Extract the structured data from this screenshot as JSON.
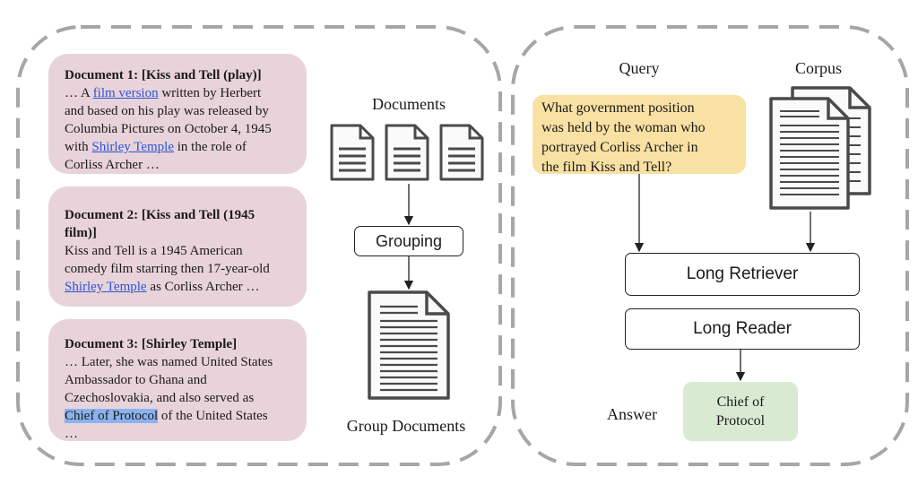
{
  "documents": [
    {
      "title": "Document 1: [Kiss and Tell (play)]",
      "l1a": "… A ",
      "l1link": "film version",
      "l1b": " written by Herbert",
      "l2": "and based on his play was released by",
      "l3": "Columbia Pictures on October 4, 1945",
      "l4a": "with ",
      "l4link": "Shirley Temple",
      "l4b": " in the role of",
      "l5": "Corliss Archer …"
    },
    {
      "title1": "Document 2: [Kiss and Tell (1945",
      "title2": "film)]",
      "l1": "Kiss and Tell is a 1945 American",
      "l2": "comedy film starring then 17-year-old",
      "l3link": "Shirley Temple",
      "l3b": " as Corliss Archer …"
    },
    {
      "title": "Document 3: [Shirley Temple]",
      "l1": "… Later, she was named United States",
      "l2": "Ambassador to Ghana and",
      "l3": "Czechoslovakia, and also served as",
      "l4hl": "Chief of Protocol",
      "l4b": " of the United States",
      "l5": "…"
    }
  ],
  "middle": {
    "documents_label": "Documents",
    "grouping_label": "Grouping",
    "group_documents_label": "Group Documents"
  },
  "right": {
    "query_label": "Query",
    "corpus_label": "Corpus",
    "query_text": [
      "What government position",
      "was held by the woman who",
      "portrayed Corliss Archer in",
      "the film Kiss and Tell?"
    ],
    "retriever_label": "Long Retriever",
    "reader_label": "Long Reader",
    "answer_label": "Answer",
    "answer_text": [
      "Chief of",
      "Protocol"
    ]
  },
  "colors": {
    "doc_card": "#e9d3da",
    "query_box": "#f8e1a2",
    "answer_box": "#d9ead3",
    "link": "#2a55d4",
    "highlight": "#8bb2ee",
    "dashed_border": "#a6a6a6"
  },
  "icons": [
    "document-icon",
    "group-document-icon",
    "corpus-documents-icon"
  ]
}
